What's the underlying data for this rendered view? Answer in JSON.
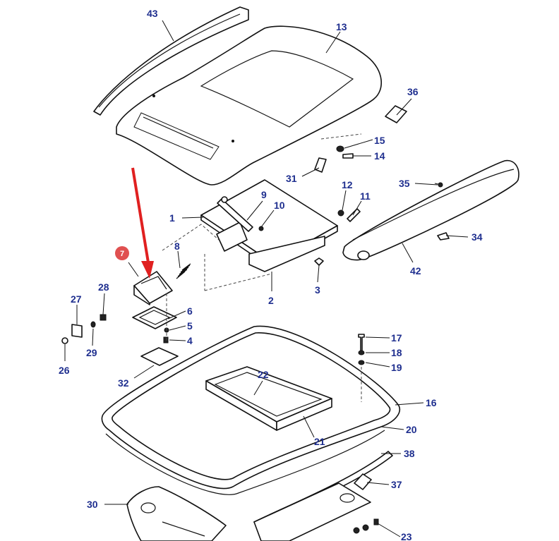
{
  "diagram": {
    "highlight_color": "#e02020",
    "callout_color": "#1f2f8f",
    "highlighted_part": "7",
    "callouts": [
      "43",
      "13",
      "36",
      "15",
      "14",
      "31",
      "9",
      "10",
      "1",
      "12",
      "11",
      "35",
      "34",
      "42",
      "8",
      "2",
      "3",
      "28",
      "27",
      "6",
      "5",
      "4",
      "29",
      "26",
      "17",
      "18",
      "19",
      "32",
      "22",
      "16",
      "20",
      "21",
      "38",
      "37",
      "30",
      "23"
    ]
  }
}
